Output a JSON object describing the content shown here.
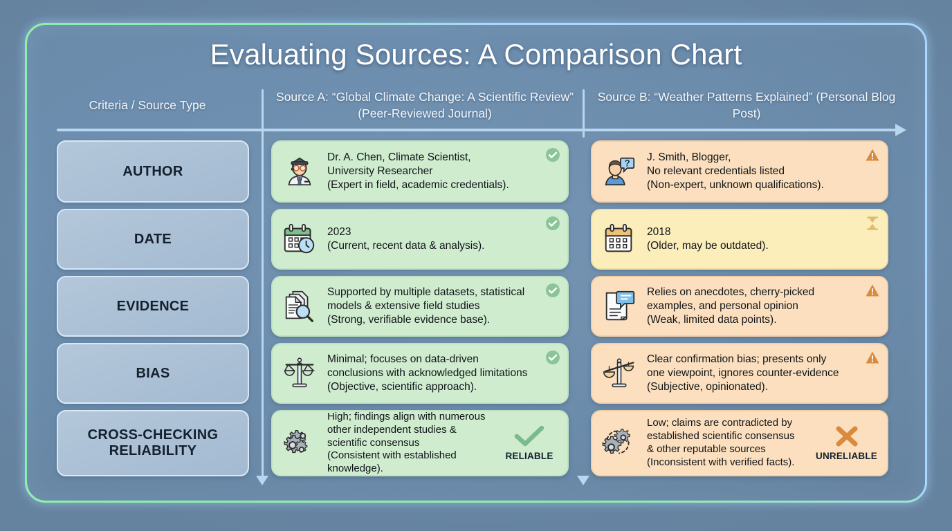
{
  "title": "Evaluating Sources: A Comparison Chart",
  "theme": {
    "background": "#6c8ead",
    "frame_border": "#a9d8ff",
    "frame_glow_accent": "#8df0a8",
    "good_card": "#cfeccf",
    "bad_card": "#fbdfbe",
    "warn_card": "#fbeebb",
    "good_badge": "#8cc49a",
    "bad_badge": "#d98a3d",
    "criteria_pill": "#adc2d6",
    "rule": "#b8d6ef"
  },
  "headers": {
    "criteria": "Criteria / Source Type",
    "source_a": "Source A: “Global Climate Change: A Scientific Review” (Peer-Reviewed Journal)",
    "source_b": "Source B: “Weather Patterns Explained” (Personal Blog Post)"
  },
  "chart_data": {
    "type": "table",
    "title": "Evaluating Sources: A Comparison Chart",
    "columns": [
      "Criteria / Source Type",
      "Source A: “Global Climate Change: A Scientific Review” (Peer-Reviewed Journal)",
      "Source B: “Weather Patterns Explained” (Personal Blog Post)"
    ],
    "rows": [
      {
        "criteria": "AUTHOR",
        "source_a": {
          "icon": "graduate-scientist-icon",
          "headline": "Dr. A. Chen, Climate Scientist,",
          "detail": "University Researcher",
          "note": "(Expert in field, academic credentials).",
          "status": "good",
          "badge": "check-circle-icon"
        },
        "source_b": {
          "icon": "anonymous-person-question-icon",
          "headline": "J. Smith, Blogger,",
          "detail": "No relevant credentials listed",
          "note": "(Non-expert, unknown qualifications).",
          "status": "bad",
          "badge": "warning-triangle-icon"
        }
      },
      {
        "criteria": "DATE",
        "source_a": {
          "icon": "calendar-clock-icon",
          "headline": "2023",
          "detail": "",
          "note": "(Current, recent data & analysis).",
          "status": "good",
          "badge": "check-circle-icon"
        },
        "source_b": {
          "icon": "calendar-icon",
          "headline": "2018",
          "detail": "",
          "note": "(Older, may be outdated).",
          "status": "warn",
          "badge": "hourglass-icon"
        }
      },
      {
        "criteria": "EVIDENCE",
        "source_a": {
          "icon": "documents-magnifier-icon",
          "headline": "Supported by multiple datasets, statistical",
          "detail": "models & extensive field studies",
          "note": "(Strong, verifiable evidence base).",
          "status": "good",
          "badge": "check-circle-icon"
        },
        "source_b": {
          "icon": "document-speech-bubble-icon",
          "headline": "Relies on anecdotes, cherry-picked",
          "detail": "examples, and personal opinion",
          "note": "(Weak, limited data points).",
          "status": "bad",
          "badge": "warning-triangle-icon"
        }
      },
      {
        "criteria": "BIAS",
        "source_a": {
          "icon": "balanced-scales-icon",
          "headline": "Minimal; focuses on data-driven",
          "detail": "conclusions with acknowledged limitations",
          "note": "(Objective, scientific approach).",
          "status": "good",
          "badge": "check-circle-icon"
        },
        "source_b": {
          "icon": "tipped-scales-icon",
          "headline": "Clear confirmation bias; presents only",
          "detail": "one viewpoint, ignores counter-evidence",
          "note": "(Subjective, opinionated).",
          "status": "bad",
          "badge": "warning-triangle-icon"
        }
      },
      {
        "criteria": "CROSS-CHECKING RELIABILITY",
        "source_a": {
          "icon": "gears-meshed-icon",
          "headline": "High; findings align with numerous",
          "detail": "other independent studies & scientific consensus",
          "note": "(Consistent with established knowledge).",
          "status": "good",
          "verdict": "RELIABLE",
          "verdict_icon": "check-mark-icon"
        },
        "source_b": {
          "icon": "gears-broken-icon",
          "headline": "Low; claims are contradicted by",
          "detail": "established scientific consensus & other reputable sources",
          "note": "(Inconsistent with verified facts).",
          "status": "bad",
          "verdict": "UNRELIABLE",
          "verdict_icon": "cross-mark-icon"
        }
      }
    ]
  },
  "rows_layout": [
    {
      "criteria_line1": "AUTHOR",
      "criteria_line2": ""
    },
    {
      "criteria_line1": "DATE",
      "criteria_line2": ""
    },
    {
      "criteria_line1": "EVIDENCE",
      "criteria_line2": ""
    },
    {
      "criteria_line1": "BIAS",
      "criteria_line2": ""
    },
    {
      "criteria_line1": "CROSS-CHECKING",
      "criteria_line2": "RELIABILITY"
    }
  ]
}
